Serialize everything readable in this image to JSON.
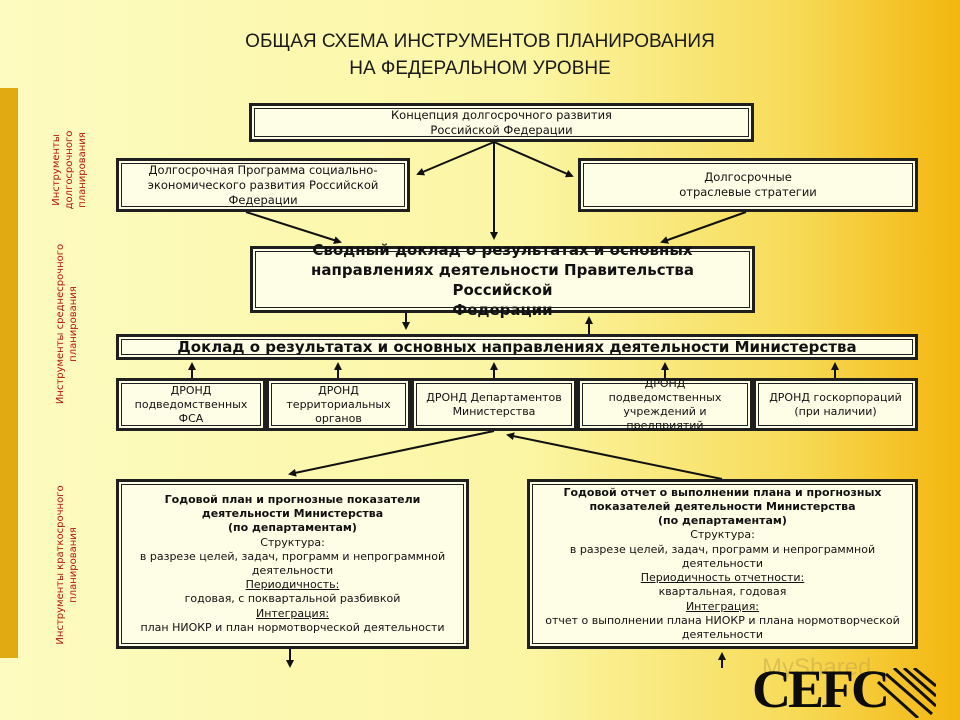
{
  "title": {
    "line1": "ОБЩАЯ СХЕМА ИНСТРУМЕНТОВ ПЛАНИРОВАНИЯ",
    "line2": "НА ФЕДЕРАЛЬНОМ УРОВНЕ"
  },
  "sidebar": {
    "long_term": [
      "Инструменты",
      "долгосрочного",
      "планирования"
    ],
    "mid_term": [
      "Инструменты среднесрочного",
      "планирования"
    ],
    "short_term": [
      "Инструменты краткосрочного",
      "планирования"
    ]
  },
  "boxes": {
    "concept": [
      "Концепция долгосрочного развития",
      "Российской Федерации"
    ],
    "program": [
      "Долгосрочная Программа социально-",
      "экономического развития Российской",
      "Федерации"
    ],
    "strategies": [
      "Долгосрочные",
      "отраслевые стратегии"
    ],
    "summary_report": [
      "Сводный доклад о результатах и основных",
      "направлениях деятельности Правительства Российской",
      "Федерации"
    ],
    "ministry_report": "Доклад о результатах и основных направлениях деятельности Министерства"
  },
  "dronds": [
    [
      "ДРОНД",
      "подведомственных",
      "ФСА"
    ],
    [
      "ДРОНД",
      "территориальных",
      "органов"
    ],
    [
      "ДРОНД Департаментов",
      "Министерства"
    ],
    [
      "ДРОНД подведомственных",
      "учреждений и",
      "предприятий"
    ],
    [
      "ДРОНД госкорпораций",
      "(при наличии)"
    ]
  ],
  "annual_plan": {
    "heading": [
      "Годовой план и прогнозные показатели",
      "деятельности Министерства",
      "(по департаментам)"
    ],
    "structure_label": "Структура:",
    "structure_text": [
      "в разрезе целей, задач, программ и непрограммной",
      "деятельности"
    ],
    "periodicity_label": "Периодичность:",
    "periodicity_text": "годовая, с поквартальной разбивкой",
    "integration_label": "Интеграция:",
    "integration_text": "план НИОКР и план нормотворческой деятельности"
  },
  "annual_report": {
    "heading": [
      "Годовой отчет о выполнении плана и прогнозных",
      "показателей деятельности Министерства",
      "(по департаментам)"
    ],
    "structure_label": "Структура:",
    "structure_text": [
      "в разрезе целей, задач, программ и непрограммной",
      "деятельности"
    ],
    "periodicity_label": "Периодичность отчетности:",
    "periodicity_text": "квартальная, годовая",
    "integration_label": "Интеграция:",
    "integration_text": [
      "отчет о выполнении плана НИОКР и плана нормотворческой",
      "деятельности"
    ]
  },
  "logo": {
    "text": "CEFC",
    "watermark": "MyShared"
  },
  "colors": {
    "sidebar_text": "#b8140c",
    "sidebar_bar": "#e2aa12",
    "box_fill": "#fefde6",
    "box_border": "#1f1f1f"
  }
}
